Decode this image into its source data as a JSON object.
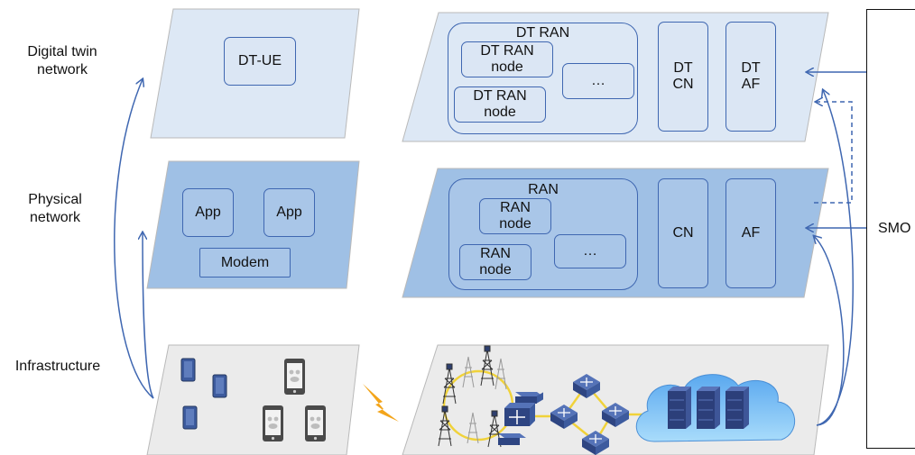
{
  "rows": {
    "digital_twin": "Digital twin\nnetwork",
    "physical": "Physical\nnetwork",
    "infrastructure": "Infrastructure"
  },
  "dt_ue": "DT-UE",
  "dt_ran": {
    "title": "DT RAN",
    "node1": "DT RAN\nnode",
    "node2": "DT RAN\nnode",
    "more": "…"
  },
  "dt_cn": "DT\nCN",
  "dt_af": "DT\nAF",
  "phys_ue": {
    "app1": "App",
    "app2": "App",
    "modem": "Modem"
  },
  "ran": {
    "title": "RAN",
    "node1": "RAN\nnode",
    "node2": "RAN\nnode",
    "more": "…"
  },
  "cn": "CN",
  "af": "AF",
  "smo": "SMO",
  "colors": {
    "plane_light": "#dde8f5",
    "plane_mid": "#9fc0e5",
    "plane_gray": "#ebebeb",
    "arrow": "#3f67b1",
    "device_blue": "#3d5b9e",
    "lightning": "#f3a51b"
  },
  "icons": [
    "tablet-icon",
    "smartphone-icon",
    "lightning-icon",
    "cell-tower-icon",
    "router-icon",
    "switch-icon",
    "cloud-icon",
    "server-icon"
  ]
}
